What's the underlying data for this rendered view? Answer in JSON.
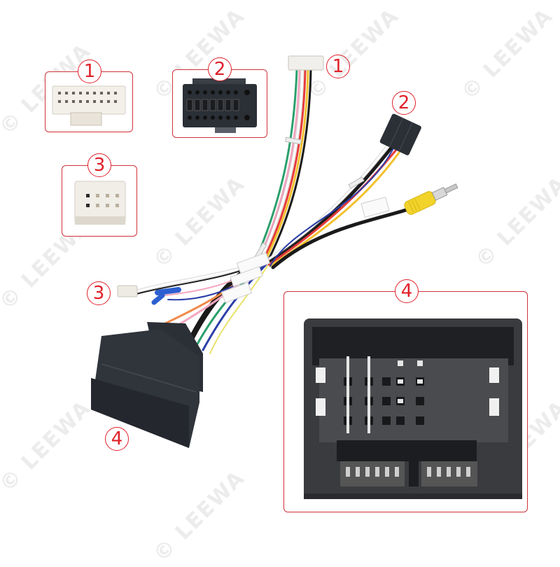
{
  "watermark": {
    "text": "© LEEWA",
    "color": "#ececec"
  },
  "callouts": [
    {
      "id": "1",
      "label": "1",
      "description": "white 20-pin connector"
    },
    {
      "id": "2",
      "label": "2",
      "description": "black 16-pin ISO connector"
    },
    {
      "id": "3",
      "label": "3",
      "description": "white 8-pin connector"
    },
    {
      "id": "4",
      "label": "4",
      "description": "black Quadlock vehicle connector"
    }
  ],
  "inset_labels": {
    "one": "1",
    "two": "2",
    "three": "3",
    "four": "4"
  },
  "harness_labels": {
    "one": "1",
    "two": "2",
    "three": "3",
    "four": "4"
  },
  "colors": {
    "accent": "#e0202a",
    "box_border": "#d0323a",
    "connector_dark": "#2b2f36",
    "connector_white": "#efece6",
    "rca_yellow": "#f2d32a"
  }
}
